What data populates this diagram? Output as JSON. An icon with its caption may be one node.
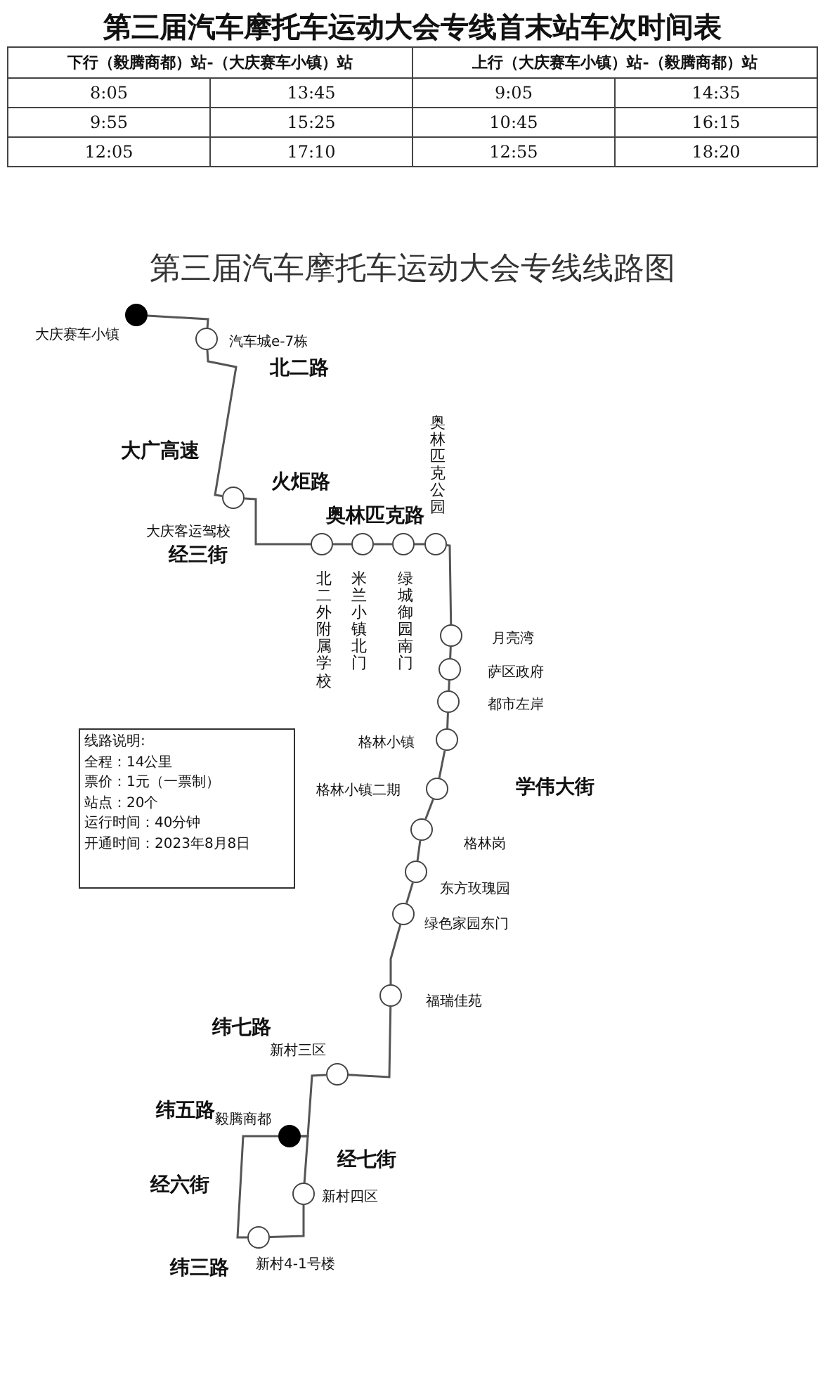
{
  "diagram": {
    "title": "第三届汽车摩托车运动大会专线首末站车次时间表",
    "nodes": [
      {
        "text": [],
        "shape": "circle",
        "beside": [
          "大庆赛车小镇"
        ]
      },
      {
        "text": [],
        "shape": "circle",
        "beside": [
          "汽车城e-7栋"
        ]
      },
      {
        "text": [],
        "shape": "circle",
        "beside": [
          "大庆客运驾校"
        ]
      },
      {
        "text": [],
        "shape": "circle",
        "beside": [
          "北二外附属学校"
        ]
      },
      {
        "text": [],
        "shape": "circle",
        "beside": [
          "米兰小镇北门"
        ]
      },
      {
        "text": [],
        "shape": "circle",
        "beside": [
          "绿城御园南门"
        ]
      },
      {
        "text": [],
        "shape": "circle",
        "beside": [
          "奥林匹克公园"
        ]
      },
      {
        "text": [],
        "shape": "circle",
        "beside": [
          "月亮湾"
        ]
      },
      {
        "text": [],
        "shape": "circle",
        "beside": [
          "萨区政府"
        ]
      },
      {
        "text": [],
        "shape": "circle",
        "beside": [
          "都市左岸"
        ]
      },
      {
        "text": [],
        "shape": "circle",
        "beside": [
          "格林小镇"
        ]
      },
      {
        "text": [],
        "shape": "circle",
        "beside": [
          "格林小镇二期"
        ]
      },
      {
        "text": [],
        "shape": "circle",
        "beside": [
          "格林岗"
        ]
      },
      {
        "text": [],
        "shape": "circle",
        "beside": [
          "东方玫瑰园"
        ]
      },
      {
        "text": [],
        "shape": "circle",
        "beside": [
          "绿色家园东门"
        ]
      },
      {
        "text": [],
        "shape": "circle",
        "beside": [
          "福瑞佳苑"
        ]
      },
      {
        "text": [],
        "shape": "circle",
        "beside": [
          "新村三区"
        ]
      },
      {
        "text": [],
        "shape": "circle",
        "beside": [
          "毅腾商都"
        ]
      },
      {
        "text": [],
        "shape": "circle",
        "beside": [
          "新村四区"
        ]
      },
      {
        "text": [],
        "shape": "circle",
        "beside": [
          "新村4-1号楼"
        ]
      },
      {
        "text": [
          "线路说明:",
          "全程：14公里",
          "票价：1元（一票制）",
          "站点：20个",
          "运行时间：40分钟",
          "开通时间：2023年8月8日"
        ]
      }
    ],
    "edges": [
      {
        "from": 0,
        "to": 1,
        "arrow": "none"
      },
      {
        "from": 1,
        "to": 2,
        "arrow": "none"
      },
      {
        "from": 2,
        "to": 3,
        "arrow": "none"
      },
      {
        "from": 3,
        "to": 4,
        "arrow": "none"
      },
      {
        "from": 4,
        "to": 5,
        "arrow": "none"
      },
      {
        "from": 5,
        "to": 6,
        "arrow": "none"
      },
      {
        "from": 6,
        "to": 7,
        "arrow": "none"
      },
      {
        "from": 7,
        "to": 8,
        "arrow": "none"
      },
      {
        "from": 8,
        "to": 9,
        "arrow": "none"
      },
      {
        "from": 9,
        "to": 10,
        "arrow": "none"
      },
      {
        "from": 10,
        "to": 11,
        "arrow": "none"
      },
      {
        "from": 11,
        "to": 12,
        "arrow": "none"
      },
      {
        "from": 12,
        "to": 13,
        "arrow": "none"
      },
      {
        "from": 13,
        "to": 14,
        "arrow": "none"
      },
      {
        "from": 14,
        "to": 15,
        "arrow": "none"
      },
      {
        "from": 15,
        "to": 16,
        "arrow": "none"
      },
      {
        "from": 16,
        "to": 17,
        "arrow": "none"
      },
      {
        "from": 17,
        "to": 18,
        "arrow": "none"
      },
      {
        "from": 18,
        "to": 19,
        "arrow": "none"
      },
      {
        "from": 19,
        "to": 17,
        "arrow": "none"
      }
    ],
    "labels": [
      "下行（毅腾商都）站-（大庆赛车小镇）站",
      "上行（大庆赛车小镇）站-（毅腾商都）站",
      "8:05",
      "13:45",
      "9:05",
      "14:35",
      "9:55",
      "15:25",
      "10:45",
      "16:15",
      "12:05",
      "17:10",
      "12:55",
      "18:20",
      "第三届汽车摩托车运动大会专线线路图",
      "北二路",
      "大广高速",
      "火炬路",
      "奥林匹克路",
      "经三街",
      "学伟大街",
      "纬七路",
      "纬五路",
      "经七街",
      "经六街",
      "纬三路"
    ]
  }
}
